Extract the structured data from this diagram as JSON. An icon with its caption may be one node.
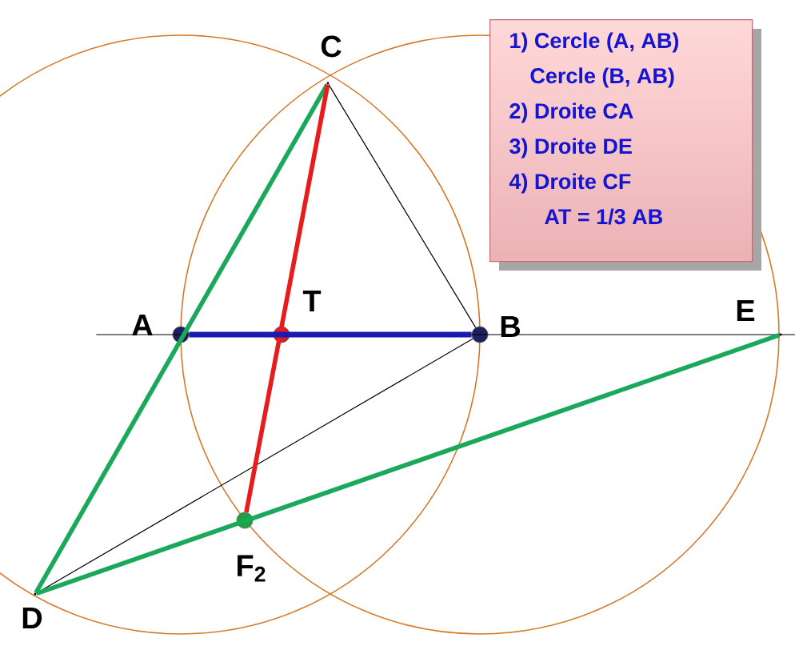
{
  "diagram": {
    "nodes": [
      {
        "text": [],
        "shape": "vertex",
        "beside": [
          "C"
        ]
      },
      {
        "text": [],
        "shape": "circle",
        "beside": [
          "A"
        ]
      },
      {
        "text": [],
        "shape": "circle",
        "beside": [
          "T"
        ]
      },
      {
        "text": [],
        "shape": "circle",
        "beside": [
          "B"
        ]
      },
      {
        "text": [],
        "shape": "vertex",
        "beside": [
          "E"
        ]
      },
      {
        "text": [],
        "shape": "circle",
        "beside": [
          "F$_{2}$"
        ]
      },
      {
        "text": [],
        "shape": "vertex",
        "beside": [
          "D"
        ]
      },
      {
        "text": [
          "1) Cercle (A, AB)",
          "Cercle (B, AB)",
          "2) Droite CA",
          "3) Droite DE",
          "4) Droite CF",
          "AT = 1/3 AB"
        ]
      }
    ],
    "edges": [
      {
        "from": 1,
        "to": 4,
        "arrow": "none"
      },
      {
        "from": 0,
        "to": 3,
        "arrow": "none"
      },
      {
        "from": 6,
        "to": 3,
        "arrow": "none"
      },
      {
        "from": 0,
        "to": 6,
        "arrow": "none",
        "color": "#1aa85a"
      },
      {
        "from": 6,
        "to": 4,
        "arrow": "none",
        "color": "#1aa85a"
      },
      {
        "from": 0,
        "to": 5,
        "arrow": "none",
        "color": "#e81c1c"
      },
      {
        "from": 1,
        "to": 3,
        "arrow": "none",
        "color": "#1a1ab0"
      }
    ]
  }
}
